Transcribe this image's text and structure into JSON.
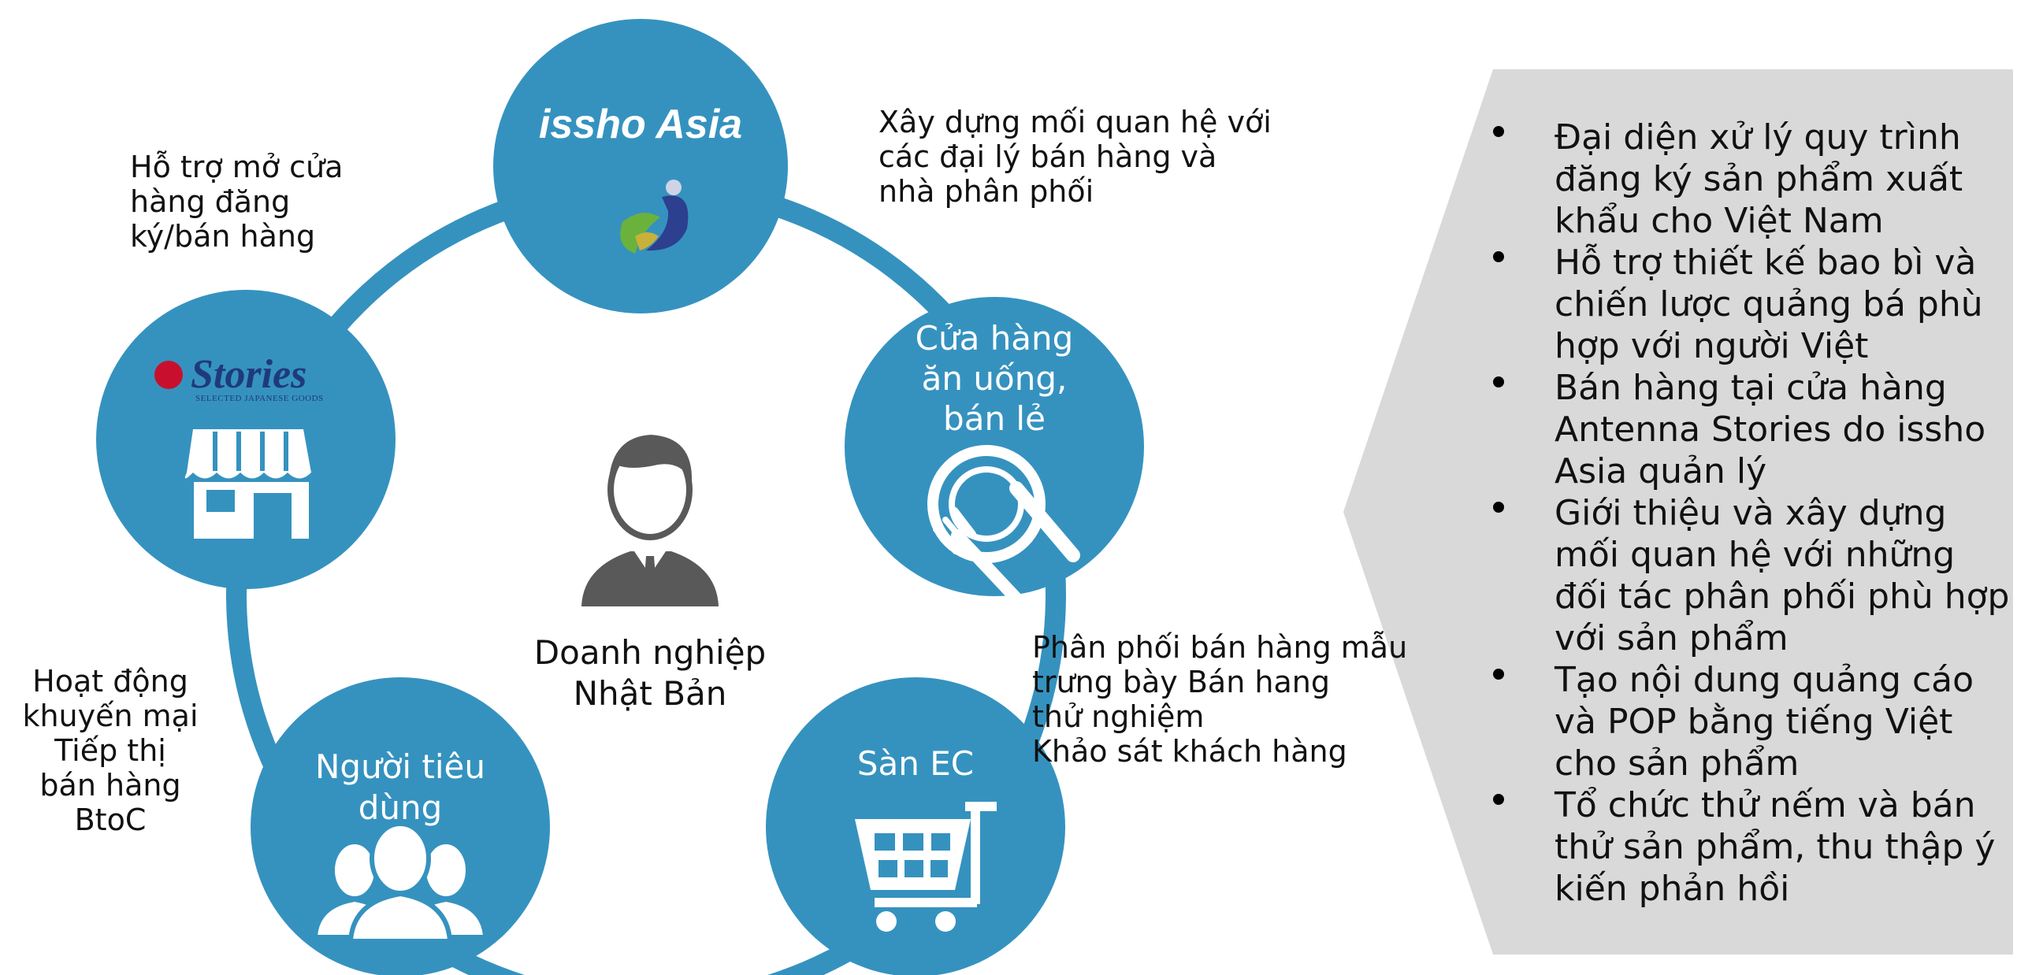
{
  "colors": {
    "ring": "#3592bf",
    "circle": "#3592bf",
    "circle_text": "#ffffff",
    "panel": "#d9d9d9",
    "person_icon": "#595959",
    "stories_red": "#c8102e",
    "stories_navy": "#1f3a7a"
  },
  "center": {
    "icon": "businessman-icon",
    "label": "Doanh nghiệp\nNhật Bản"
  },
  "nodes": {
    "issho": {
      "title": "issho Asia",
      "icon": "issho-logo-icon"
    },
    "restaurant": {
      "title": "Cửa hàng\năn uống,\nbán lẻ",
      "icon": "plate-cutlery-icon"
    },
    "ec": {
      "title": "Sàn EC",
      "icon": "shopping-cart-icon"
    },
    "consumer": {
      "title": "Người tiêu\ndùng",
      "icon": "people-group-icon"
    },
    "stories": {
      "brand": "Stories",
      "tagline": "SELECTED JAPANESE GOODS",
      "icon": "storefront-icon"
    }
  },
  "notes": {
    "top_left": "Hỗ trợ mở cửa\nhàng đăng\nký/bán hàng",
    "top_right": "Xây dựng mối quan hệ với\ncác đại lý bán hàng và\nnhà phân phối",
    "mid_right": "Phân phối bán hàng mẫu\ntrưng bày Bán hang\n thử nghiệm\nKhảo sát khách hàng",
    "bottom_left": "Hoạt động\nkhuyến mại\nTiếp thị\nbán hàng BtoC"
  },
  "panel": {
    "bullets": [
      "Đại diện xử lý quy trình đăng ký sản phẩm xuất khẩu cho Việt Nam",
      "Hỗ trợ thiết kế bao bì và chiến lược quảng bá phù hợp với người Việt",
      "Bán hàng tại cửa hàng Antenna Stories do issho Asia quản lý",
      "Giới thiệu và xây dựng mối quan hệ với những đối tác phân phối phù hợp với sản phẩm",
      "Tạo nội dung quảng cáo và POP bằng tiếng Việt cho sản phẩm",
      "Tổ chức thử nếm và bán thử sản phẩm, thu thập ý kiến phản hồi"
    ]
  }
}
